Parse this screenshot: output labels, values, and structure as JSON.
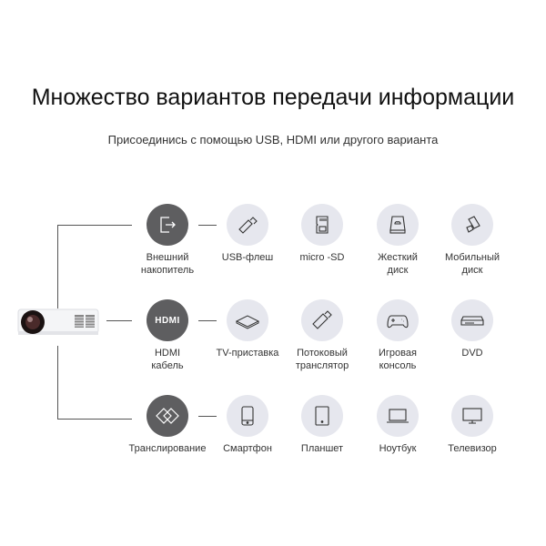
{
  "title": "Множество вариантов передачи информации",
  "subtitle": "Присоединись с помощью USB, HDMI или другого варианта",
  "colors": {
    "hub": "#5e5e60",
    "device": "#e6e7ee",
    "line": "#555555"
  },
  "rows": [
    {
      "hub": {
        "label": "Внешний накопитель",
        "icon": "external-drive-icon"
      },
      "devices": [
        {
          "label": "USB-флеш",
          "icon": "usb-flash-icon"
        },
        {
          "label": "micro -SD",
          "icon": "micro-sd-icon"
        },
        {
          "label": "Жесткий диск",
          "icon": "hard-disk-icon"
        },
        {
          "label": "Мобильный диск",
          "icon": "mobile-disk-icon"
        }
      ]
    },
    {
      "hub": {
        "label": "HDMI кабель",
        "icon": "hdmi-icon",
        "icon_text": "HDMI"
      },
      "devices": [
        {
          "label": "TV-приставка",
          "icon": "tv-box-icon"
        },
        {
          "label": "Потоковый транслятор",
          "icon": "streaming-stick-icon"
        },
        {
          "label": "Игровая консоль",
          "icon": "gamepad-icon"
        },
        {
          "label": "DVD",
          "icon": "dvd-player-icon"
        }
      ]
    },
    {
      "hub": {
        "label": "Транслирование",
        "icon": "screen-mirroring-icon"
      },
      "devices": [
        {
          "label": "Смартфон",
          "icon": "smartphone-icon"
        },
        {
          "label": "Планшет",
          "icon": "tablet-icon"
        },
        {
          "label": "Ноутбук",
          "icon": "laptop-icon"
        },
        {
          "label": "Телевизор",
          "icon": "tv-icon"
        }
      ]
    }
  ]
}
